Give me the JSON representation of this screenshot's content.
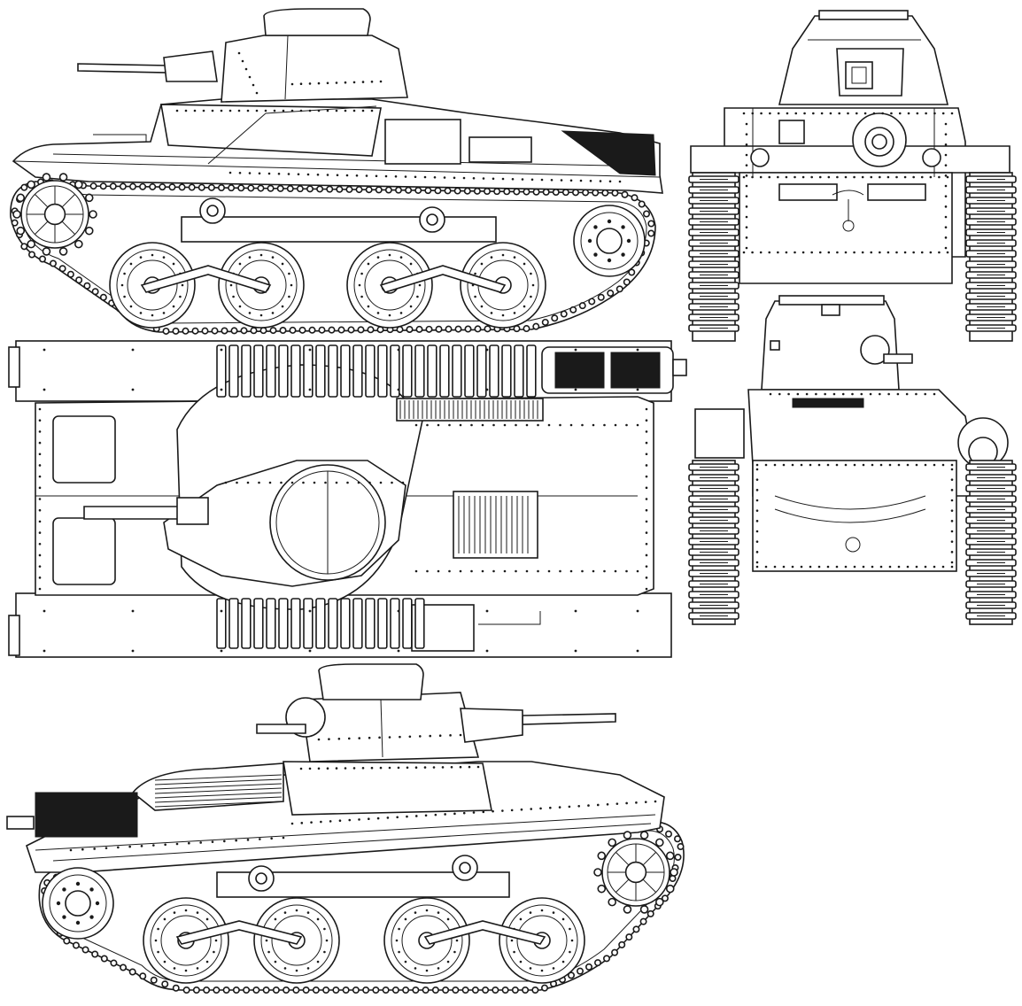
{
  "drawing": {
    "views": [
      {
        "id": "left-side",
        "label": ""
      },
      {
        "id": "front",
        "label": ""
      },
      {
        "id": "top",
        "label": ""
      },
      {
        "id": "rear",
        "label": ""
      },
      {
        "id": "right-side",
        "label": ""
      }
    ],
    "style": {
      "line_color": "#1a1a1a",
      "paper_color": "#ffffff",
      "fill_color": "#1a1a1a"
    },
    "counts": {
      "road_wheels_per_side": 4,
      "return_rollers_per_side": 2
    }
  }
}
